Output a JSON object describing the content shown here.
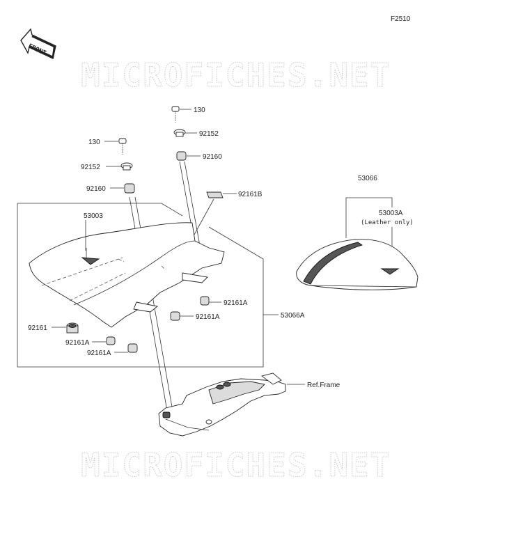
{
  "figure_code": "F2510",
  "front_label": "FRONT",
  "watermark": "MICROFICHES.NET",
  "parts": {
    "p130_right": "130",
    "p92152_right": "92152",
    "p92160_right": "92160",
    "p130_left": "130",
    "p92152_left": "92152",
    "p92160_left": "92160",
    "p92161B": "92161B",
    "p53003": "53003",
    "p92161A_1": "92161A",
    "p92161A_2": "92161A",
    "p92161": "92161",
    "p92161A_3": "92161A",
    "p92161A_4": "92161A",
    "p53066A": "53066A",
    "p53066": "53066",
    "p53003A": "53003A",
    "leather_only": "(Leather only)",
    "ref_frame": "Ref.Frame"
  }
}
